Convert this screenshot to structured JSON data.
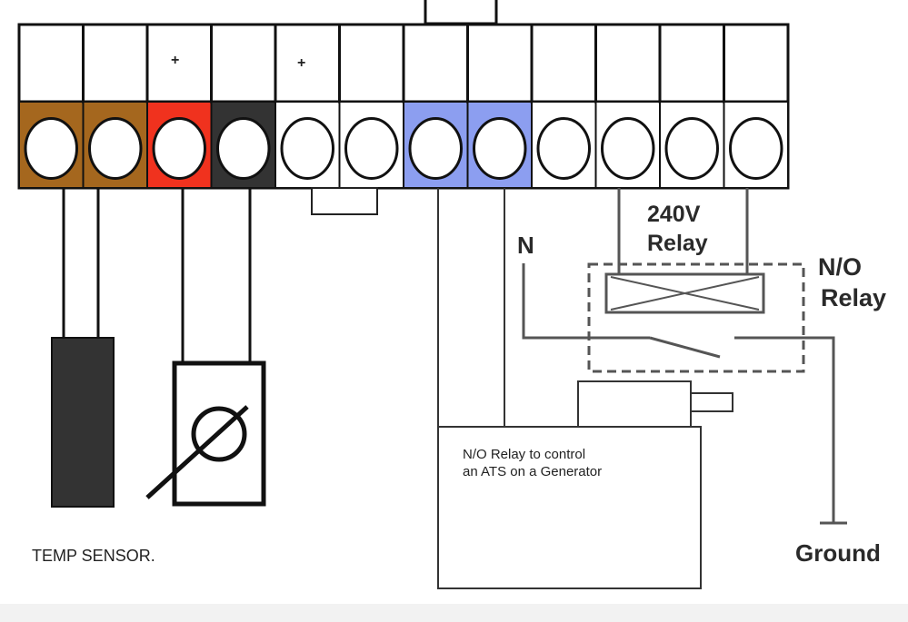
{
  "terminal_block": {
    "plus_marks": [
      "+",
      "+"
    ],
    "terminal_colors": [
      "#a5671e",
      "#a5671e",
      "#f0321e",
      "#333333",
      "#ffffff",
      "#ffffff",
      "#8c9ef0",
      "#8c9ef0",
      "#ffffff",
      "#ffffff",
      "#ffffff",
      "#ffffff"
    ]
  },
  "labels": {
    "neutral": "N",
    "relay_240v_line1": "240V",
    "relay_240v_line2": "Relay",
    "no_relay_line1": "N/O",
    "no_relay_line2": "Relay",
    "ats_box_line1": "N/O Relay to control",
    "ats_box_line2": "an ATS on a Generator",
    "temp_sensor": "TEMP SENSOR.",
    "ground": "Ground"
  },
  "icons": [
    "temp-sensor-probe-icon",
    "current-transformer-icon",
    "relay-coil-icon",
    "relay-switch-icon",
    "ground-symbol-icon",
    "generator-box-icon"
  ]
}
